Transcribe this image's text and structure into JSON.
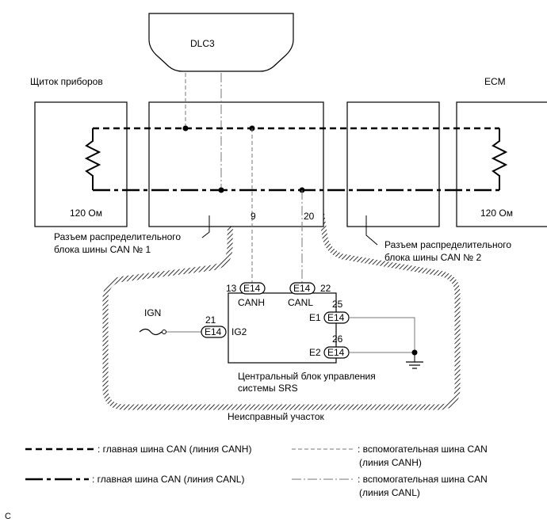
{
  "dlc": "DLC3",
  "left_node": {
    "title": "Щиток приборов",
    "resistor": "120 Ом"
  },
  "right_node": {
    "title": "ECM",
    "resistor": "120 Ом"
  },
  "junction1": {
    "line1": "Разъем распределительного",
    "line2": "блока шины CAN № 1",
    "pin_canh": "9",
    "pin_canl": "20"
  },
  "junction2": {
    "line1": "Разъем распределительного",
    "line2": "блока шины CAN № 2"
  },
  "srs": {
    "line1": "Центральный блок управления",
    "line2": "системы SRS",
    "connector": "E14",
    "canh_label": "CANH",
    "canh_pin": "13",
    "canl_label": "CANL",
    "canl_pin": "22",
    "ig2_label": "IG2",
    "ig2_pin": "21",
    "e1_label": "E1",
    "e1_pin": "25",
    "e2_label": "E2",
    "e2_pin": "26"
  },
  "ign": "IGN",
  "faulty_area": "Неисправный участок",
  "legend": {
    "main_canh": ": главная шина CAN (линия CANH)",
    "main_canl": ": главная шина CAN (линия CANL)",
    "sub_canh_1": ": вспомогательная шина CAN",
    "sub_canh_2": "(линия CANH)",
    "sub_canl_1": ": вспомогательная шина CAN",
    "sub_canl_2": "(линия CANL)"
  },
  "figure_code": "C"
}
